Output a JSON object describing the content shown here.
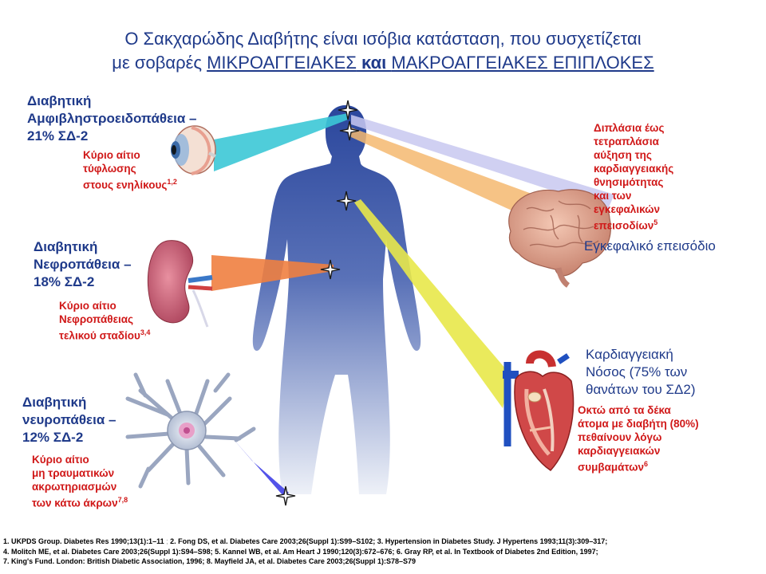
{
  "title": {
    "line1": "Ο Σακχαρώδης Διαβήτης είναι ισόβια κατάσταση, που συσχετίζεται",
    "line2_prefix": "με σοβαρές ",
    "line2_micro": "ΜΙΚΡΟΑΓΓΕΙΑΚΕΣ",
    "line2_and": " και ",
    "line2_macro": "ΜΑΚΡΟΑΓΓΕΙΑΚΕΣ ΕΠΙΠΛΟΚΕΣ"
  },
  "retinopathy": {
    "name_l1": "Διαβητική",
    "name_l2": "Αμφιβληστροειδοπάθεια –",
    "name_l3": "21% ΣΔ-2",
    "note_l1": "Κύριο αίτιο",
    "note_l2": "τύφλωσης",
    "note_l3": "στους ενηλίκους",
    "note_sup": "1,2"
  },
  "nephropathy": {
    "name_l1": "Διαβητική",
    "name_l2": "Νεφροπάθεια –",
    "name_l3": "18% ΣΔ-2",
    "note_l1": "Κύριο αίτιο",
    "note_l2": "Νεφροπάθειας",
    "note_l3": "τελικού σταδίου",
    "note_sup": "3,4"
  },
  "neuropathy": {
    "name_l1": "Διαβητική",
    "name_l2": "νευροπάθεια –",
    "name_l3": "12% ΣΔ-2",
    "note_l1": "Κύριο αίτιο",
    "note_l2": "μη τραυματικών",
    "note_l3": "ακρωτηριασμών",
    "note_l4": "των κάτω άκρων",
    "note_sup": "7,8"
  },
  "stroke": {
    "note_l1": "Διπλάσια έως",
    "note_l2": "τετραπλάσια",
    "note_l3": "αύξηση της",
    "note_l4": "καρδιαγγειακής",
    "note_l5": "θνησιμότητας",
    "note_l6": "και των",
    "note_l7": "εγκεφαλικών",
    "note_l8": "επεισοδίων",
    "note_sup": "5",
    "name": "Εγκεφαλικό επεισόδιο"
  },
  "cvd": {
    "name_l1": "Καρδιαγγειακή",
    "name_l2": "Νόσος (75% των",
    "name_l3": "θανάτων του ΣΔ2)",
    "note_l1": "Οκτώ από τα δέκα",
    "note_l2": "άτομα με διαβήτη (80%)",
    "note_l3": "πεθαίνουν λόγω",
    "note_l4": "καρδιαγγειακών",
    "note_l5": "συμβαμάτων",
    "note_sup": "6"
  },
  "references": {
    "r1": "1. UKPDS Group. Diabetes Res 1990;13(1):1–11",
    "r2": "2. Fong DS, et al. Diabetes Care 2003;26(Suppl 1):S99–S102;",
    "r3": "3. Hypertension in Diabetes Study. J Hypertens 1993;11(3):309–317;",
    "r4": "4. Molitch ME, et al. Diabetes Care 2003;26(Suppl 1):S94–S98;",
    "r5": "5. Kannel WB, et al. Am Heart J 1990;120(3):672–676;",
    "r6": "6. Gray RP, et al. In Textbook of Diabetes 2nd Edition, 1997;",
    "r7": "7. King's Fund. London: British Diabetic Association, 1996;",
    "r8": "8. Mayfield JA, et al. Diabetes Care 2003;26(Suppl 1):S78–S79"
  },
  "colors": {
    "title_blue": "#1f3a8a",
    "note_red": "#d01818",
    "body_blue_top": "#2d4aa0",
    "body_blue_bottom": "#e8ecf6",
    "beam_cyan": "#3cc8d6",
    "beam_orange": "#f08040",
    "beam_purple": "#4a4ae8",
    "beam_yellow": "#e8e84a",
    "beam_lavender": "#c8c8f0",
    "beam_peach": "#f4b870"
  },
  "icons": [
    "eye-icon",
    "kidney-icon",
    "neuron-icon",
    "brain-icon",
    "heart-icon",
    "star-icon"
  ]
}
